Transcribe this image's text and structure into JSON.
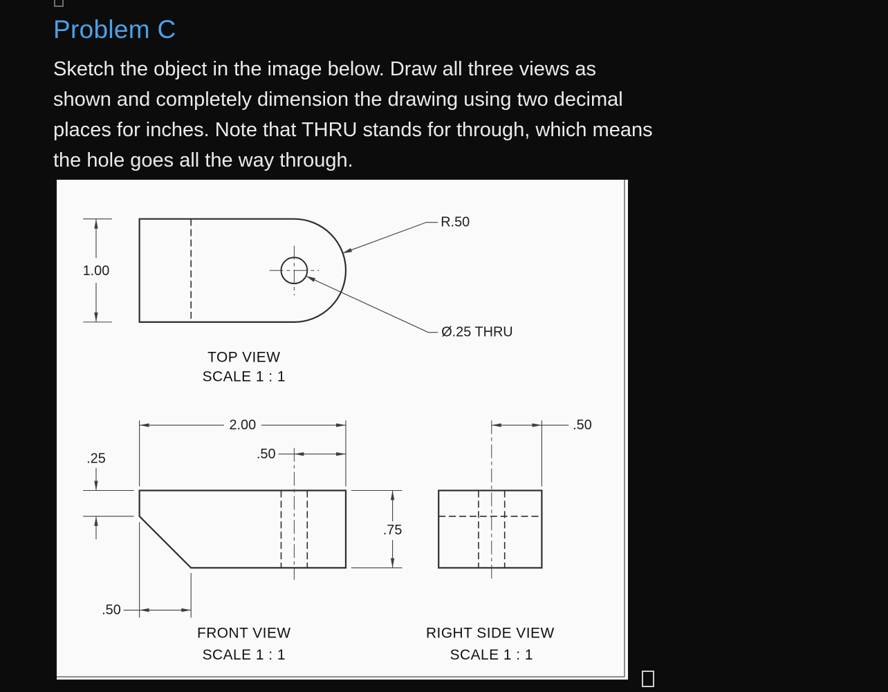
{
  "page": {
    "background_color": "#0c0c0c",
    "accent_color": "#4ba2e8",
    "panel_background": "#fafafa"
  },
  "header": {
    "title": "Problem C"
  },
  "instructions": {
    "full_text": "Sketch the object in the image below. Draw all three views as shown and completely dimension the drawing using two decimal places for inches. Note that THRU stands for through, which means the hole goes all the way through.",
    "lines": [
      "Sketch the object in the image below. Draw all three views as",
      "shown and completely dimension the drawing using two decimal",
      "places for inches. Note that THRU stands for through, which means",
      "the hole goes all the way through."
    ]
  },
  "drawing": {
    "line_color": "#2d2d2d",
    "top_view": {
      "label": "TOP VIEW",
      "scale_note": "SCALE 1 : 1",
      "dim_height": "1.00",
      "dim_radius": "R.50",
      "dim_hole": "Ø.25 THRU"
    },
    "front_view": {
      "label": "FRONT VIEW",
      "scale_note": "SCALE 1 : 1",
      "dim_width": "2.00",
      "dim_hole_offset": ".50",
      "dim_left_edge": ".25",
      "dim_height": ".75",
      "dim_chamfer": ".50"
    },
    "right_side_view": {
      "label": "RIGHT SIDE VIEW",
      "scale_note": "SCALE 1 : 1",
      "dim_hole_to_edge": ".50"
    }
  }
}
